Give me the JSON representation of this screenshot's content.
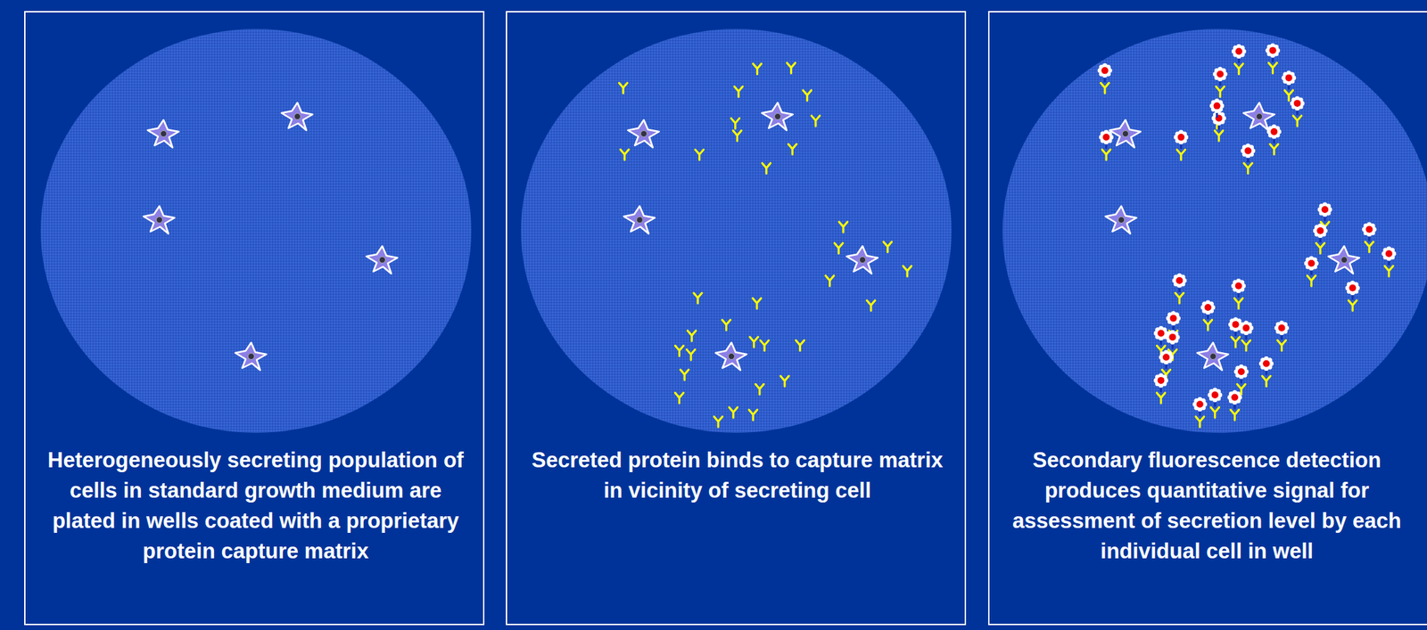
{
  "diagram": {
    "nodes": [
      {
        "text": [
          "Heterogeneously secreting population of cells in standard growth medium are plated in wells coated with a proprietary protein capture matrix"
        ]
      },
      {
        "text": [
          "Secreted protein binds to capture matrix in vicinity of secreting cell"
        ]
      },
      {
        "text": [
          "Secondary fluorescence detection produces quantitative signal for assessment of secretion level by each individual cell in well"
        ]
      }
    ]
  }
}
